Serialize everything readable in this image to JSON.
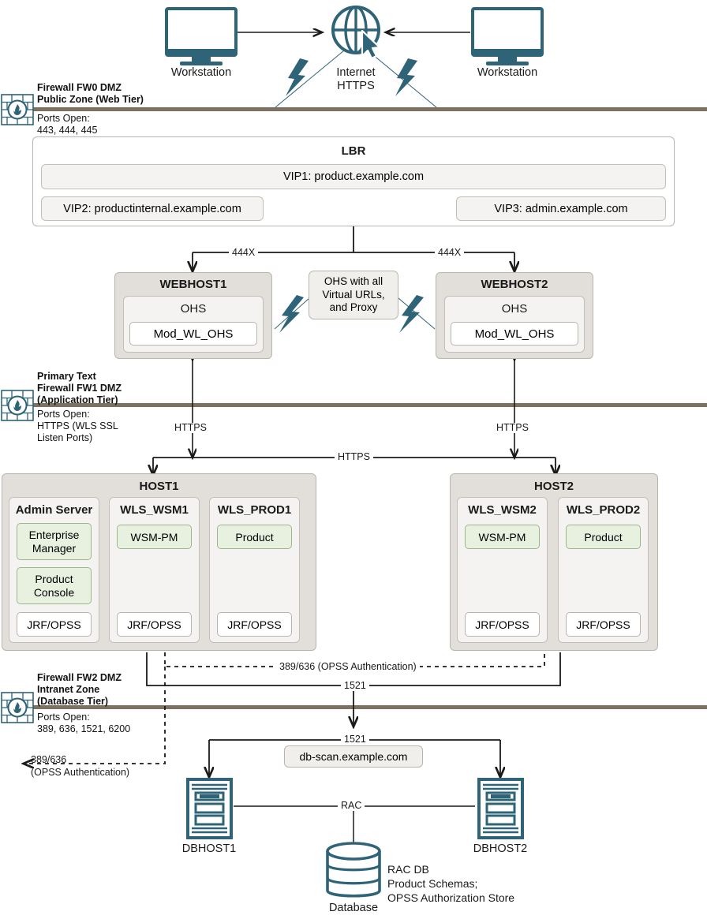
{
  "theme": {
    "teal": "#2f6377",
    "bar": "#7d7261",
    "line": "#1a1a1a",
    "host_fill": "#e2dfda",
    "sub_fill": "#f4f3f1",
    "green_fill": "#e8f0e0",
    "green_stroke": "#9fb68a"
  },
  "top": {
    "workstation_left": "Workstation",
    "workstation_right": "Workstation",
    "internet_line1": "Internet",
    "internet_line2": "HTTPS",
    "globe_icon": "globe-icon",
    "cursor_icon": "cursor-icon",
    "monitor_icon": "monitor-icon"
  },
  "firewalls": [
    {
      "id": "fw0",
      "icon": "firewall-icon",
      "heading": "Firewall FW0 DMZ\nPublic Zone (Web Tier)",
      "ports": "Ports Open:\n443, 444, 445"
    },
    {
      "id": "fw1",
      "icon": "firewall-icon",
      "heading": "Primary Text\nFirewall FW1 DMZ\n(Application Tier)",
      "ports": "Ports Open:\nHTTPS (WLS SSL\nListen Ports)"
    },
    {
      "id": "fw2",
      "icon": "firewall-icon",
      "heading": "Firewall FW2 DMZ\nIntranet Zone\n(Database Tier)",
      "ports": "Ports Open:\n389, 636, 1521, 6200"
    }
  ],
  "lbr": {
    "title": "LBR",
    "vip1": "VIP1: product.example.com",
    "vip2": "VIP2: productinternal.example.com",
    "vip3": "VIP3: admin.example.com"
  },
  "web_tier": {
    "webhost1": {
      "title": "WEBHOST1",
      "ohs": "OHS",
      "mod": "Mod_WL_OHS"
    },
    "webhost2": {
      "title": "WEBHOST2",
      "ohs": "OHS",
      "mod": "Mod_WL_OHS"
    },
    "callout": "OHS with all\nVirtual URLs,\nand Proxy",
    "link_label_left": "444X",
    "link_label_right": "444X"
  },
  "app_tier": {
    "host1": {
      "title": "HOST1",
      "columns": [
        {
          "name": "Admin Server",
          "apps": [
            "Enterprise\nManager",
            "Product\nConsole"
          ],
          "footer": "JRF/OPSS"
        },
        {
          "name": "WLS_WSM1",
          "apps": [
            "WSM-PM"
          ],
          "footer": "JRF/OPSS"
        },
        {
          "name": "WLS_PROD1",
          "apps": [
            "Product"
          ],
          "footer": "JRF/OPSS"
        }
      ]
    },
    "host2": {
      "title": "HOST2",
      "columns": [
        {
          "name": "WLS_WSM2",
          "apps": [
            "WSM-PM"
          ],
          "footer": "JRF/OPSS"
        },
        {
          "name": "WLS_PROD2",
          "apps": [
            "Product"
          ],
          "footer": "JRF/OPSS"
        }
      ]
    },
    "https_left": "HTTPS",
    "https_right": "HTTPS",
    "https_cross": "HTTPS"
  },
  "db_tier": {
    "opss_link": "389/636 (OPSS Authentication)",
    "opss_out": "389/636\n(OPSS Authentication)",
    "port_1521_upper": "1521",
    "port_1521_lower": "1521",
    "scan": "db-scan.example.com",
    "dbhost1": "DBHOST1",
    "dbhost2": "DBHOST2",
    "rac": "RAC",
    "database_caption": "Database",
    "database_note": "RAC DB\nProduct Schemas;\nOPSS Authorization Store",
    "server_icon": "database-server-icon",
    "cylinder_icon": "database-cylinder-icon"
  }
}
